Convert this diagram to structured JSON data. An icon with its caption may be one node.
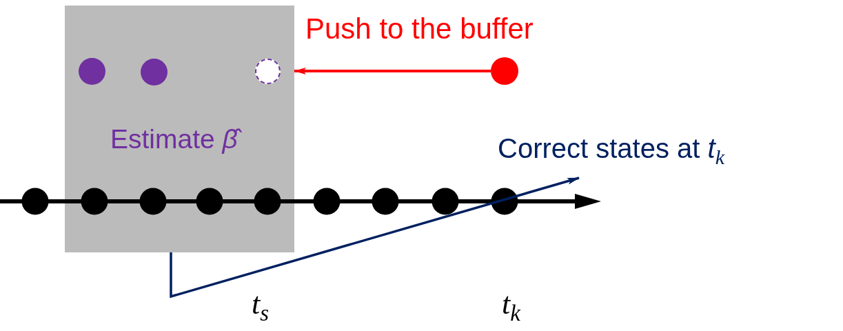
{
  "diagram": {
    "nodes": [
      {
        "text": [
          "Estimate *β̂*"
        ]
      },
      {
        "text": [],
        "shape": "circle",
        "in": 0
      },
      {
        "text": [],
        "shape": "circle",
        "in": 0
      },
      {
        "text": [],
        "shape": "circle",
        "in": 0
      },
      {
        "text": [],
        "shape": "circle"
      },
      {
        "text": [
          "Correct states at *t*$_{k}$"
        ]
      }
    ],
    "edges": [
      {
        "from": 4,
        "to": 0,
        "arrow": "to",
        "label": "Push to the buffer",
        "color": "#ff0000"
      },
      {
        "from": 0,
        "to": 5,
        "arrow": "to",
        "color": "#002060"
      }
    ],
    "labels": [
      "t$_{s}$",
      "t$_{k}$"
    ]
  }
}
